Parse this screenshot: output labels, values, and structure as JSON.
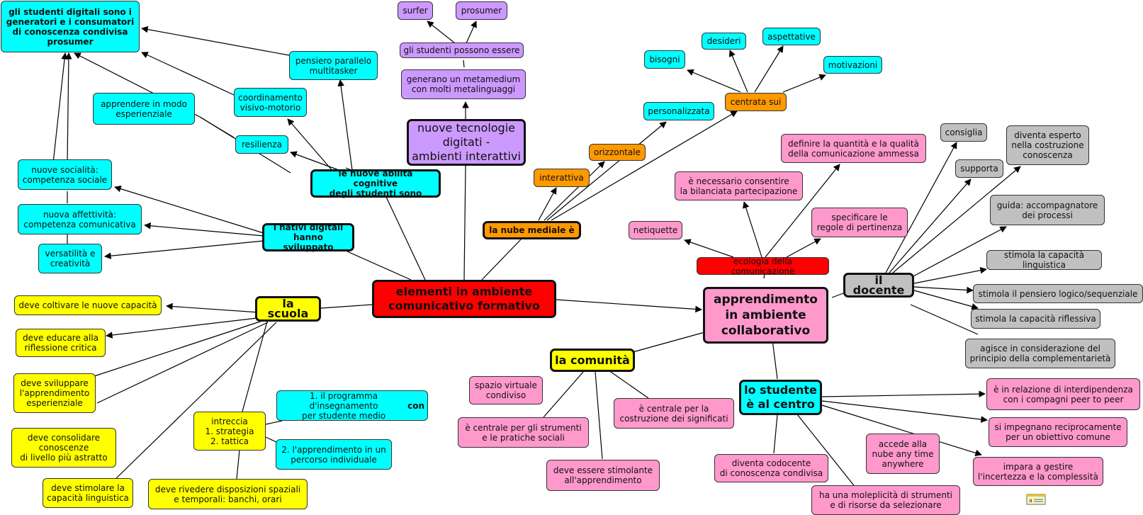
{
  "nodes": {
    "elementi": "elementi in ambiente\ncomunicativo formativo",
    "scuola": "la scuola",
    "comunita": "la comunità",
    "apprendimento": "apprendimento\nin ambiente\ncollaborativo",
    "docente": "il docente",
    "studente": "lo studente\nè al centro",
    "nuove_tec": "nuove tecnologie\ndigitati -\nambienti interattivi",
    "nube": "la nube mediale è",
    "nativi": "i nativi digitali\nhanno sviluppato",
    "abilita": "le nuove abilità cognitive\ndegli studenti sono",
    "ecologia": "ecologia della comunicazione",
    "gli_studenti_digitali": "gli studenti digitali sono i\ngeneratori e i consumatori\ndi  conoscenza condivisa\nprosumer",
    "pensiero": "pensiero parallelo\nmultitasker",
    "coordinamento": "coordinamento\nvisivo-motorio",
    "apprendere": "apprendere in modo\nesperienziale",
    "resilienza": "resilienza",
    "socialita": "nuove socialità:\ncompetenza sociale",
    "affettivita": "nuova affettività:\ncompetenza comunicativa",
    "versatilita": "versatilità e\ncreatività",
    "surfer": "surfer",
    "prosumer": "prosumer",
    "possono": "gli studenti possono essere",
    "generano": "generano un metamedium\ncon molti metalinguaggi",
    "interattiva": "interattiva",
    "orizzontale": "orizzontale",
    "personalizzata": "personalizzata",
    "centrata": "centrata sui",
    "bisogni": "bisogni",
    "desideri": "desideri",
    "aspettative": "aspettative",
    "motivazioni": "motivazioni",
    "definire": "definire la quantità e la qualità\ndella comunicazione ammessa",
    "consentire": "è necessario consentire\nla bilanciata partecipazione",
    "netiquette": "netiquette",
    "specificare": "specificare le\nregole di pertinenza",
    "consiglia": "consiglia",
    "supporta": "supporta",
    "esperto": "diventa esperto\nnella costruzione\nconoscenza",
    "guida": "guida: accompagnatore\ndei processi",
    "linguistica_d": "stimola la capacità linguistica",
    "logico": "stimola il pensiero logico/sequenziale",
    "riflessiva": "stimola la capacità riflessiva",
    "complementarieta": "agisce in considerazione del\nprincipio della complementarietà",
    "coltivare": "deve coltivare le nuove capacità",
    "educare": "deve educare alla\nriflessione critica",
    "sviluppare": "deve sviluppare\nl'apprendimento\nesperienziale",
    "consolidare": "deve consolidare\nconoscenze\ndi livello più astratto",
    "stimolare_ling": "deve stimolare la\ncapacità linguistica",
    "rivedere": "deve rivedere disposizioni spaziali\ne temporali: banchi, orari",
    "intreccia": "intreccia\n1. strategia\n2.  tattica",
    "programma_pre": "1. il programma d'insegnamento\nper studente medio ",
    "programma_bold": "con",
    "percorso": "2. l'apprendimento in un\npercorso individuale",
    "spazio": "spazio virtuale\ncondiviso",
    "strumenti": "è centrale per gli strumenti\ne le pratiche sociali",
    "stimolante": "deve essere stimolante\nall'apprendimento",
    "significati": "è centrale per la\ncostruzione dei significati",
    "interdipendenza": "è in relazione di interdipendenza\ncon i compagni peer to peer",
    "obiettivo": "si impegnano reciprocamente\nper un obiettivo comune",
    "incertezza": "impara a gestire\nl'incertezza e la complessità",
    "accede": "accede alla\nnube any time\nanywhere",
    "moleplicita": "ha una moleplicità di strumenti\ne di risorse da selezionare",
    "codocente": "diventa codocente\ndi conoscenza condivisa"
  },
  "icons": {
    "note": "note-attachment-icon"
  },
  "colors": {
    "cyan": "#00ffff",
    "yellow": "#ffff00",
    "pink": "#ff99cc",
    "purple": "#cc99ff",
    "orange": "#ff9900",
    "gray": "#c0c0c0",
    "red": "#ff0000"
  }
}
